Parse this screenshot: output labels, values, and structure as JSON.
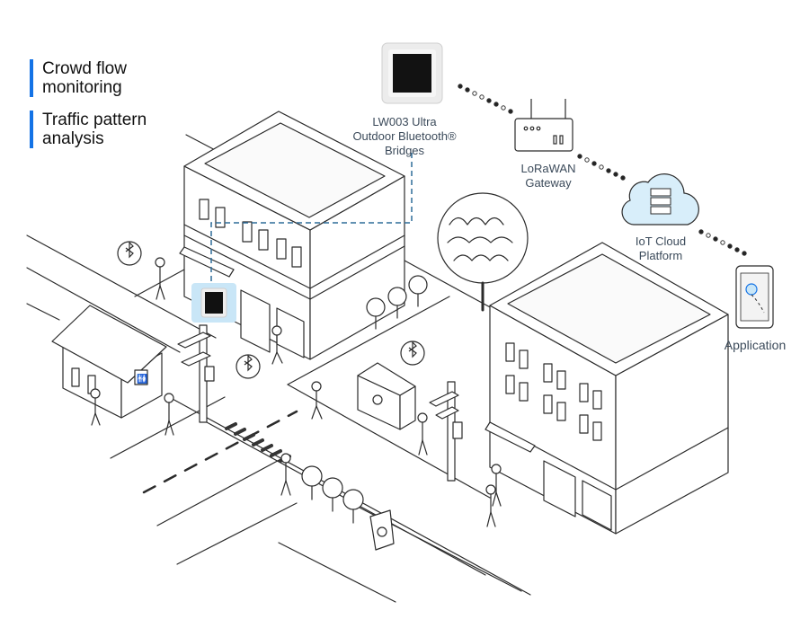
{
  "features": [
    {
      "text": "Crowd flow\nmonitoring"
    },
    {
      "text": "Traffic pattern\nanalysis"
    }
  ],
  "labels": {
    "bridge": "LW003 Ultra\nOutdoor Bluetooth®\nBridges",
    "gateway": "LoRaWAN\nGateway",
    "cloud": "IoT Cloud\nPlatform",
    "app": "Application"
  },
  "colors": {
    "accent": "#1473e6",
    "device_blue": "#c9e6f7",
    "cloud_blue": "#d8eefa",
    "line": "#2b2b2b",
    "dashed_link": "#2f6d99"
  },
  "icons": [
    "bluetooth-icon",
    "wifi-router-icon",
    "cloud-server-icon",
    "phone-map-icon",
    "recycle-icon"
  ]
}
